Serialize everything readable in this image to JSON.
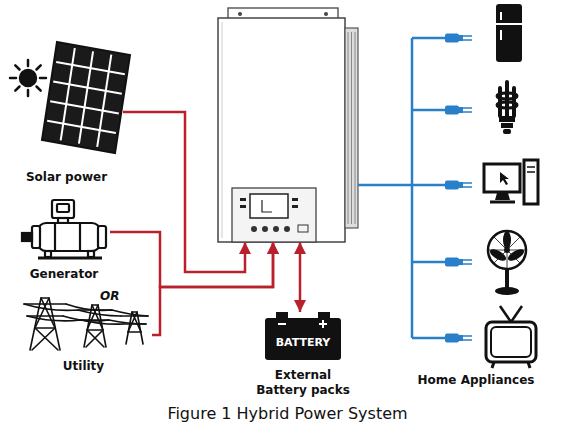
{
  "diagram": {
    "caption": "Figure 1 Hybrid Power System",
    "nodes": [
      {
        "text": [
          "Solar power"
        ]
      },
      {
        "text": [
          "Generator"
        ]
      },
      {
        "text": [
          "Utility"
        ]
      },
      {
        "text": []
      },
      {
        "text": [
          "BATTERY",
          "External Battery packs"
        ]
      },
      {
        "text": [
          "Home Appliances"
        ]
      }
    ],
    "edges": [
      {
        "from": 0,
        "to": 3,
        "arrow": "to"
      },
      {
        "from": 1,
        "to": 3,
        "arrow": "to"
      },
      {
        "from": 2,
        "to": 3,
        "arrow": "to"
      },
      {
        "from": 3,
        "to": 4,
        "arrow": "both"
      },
      {
        "from": 3,
        "to": 5,
        "arrow": "none"
      }
    ],
    "labels": [
      "OR"
    ]
  }
}
